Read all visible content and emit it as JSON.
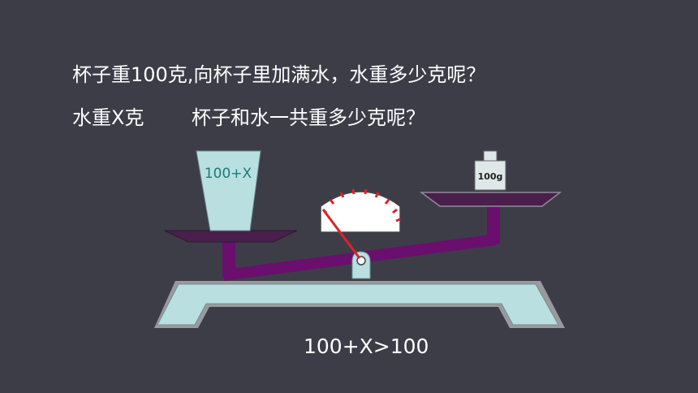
{
  "text": {
    "line1": "杯子重100克,向杯子里加满水，水重多少克呢？",
    "line2_left": "水重X克",
    "line2_right": "杯子和水一共重多少克呢？"
  },
  "diagram": {
    "cup_label": "100+X",
    "weight_label": "100g",
    "equation": "100+X>100"
  },
  "colors": {
    "background": "#3d3d48",
    "scale_base": "#b9dfe1",
    "beam_purple": "#6a0f6e",
    "pan_dark": "#4a1f4c",
    "cup_label_color": "#1b7a78",
    "dial_ticks": "#e0202a"
  }
}
